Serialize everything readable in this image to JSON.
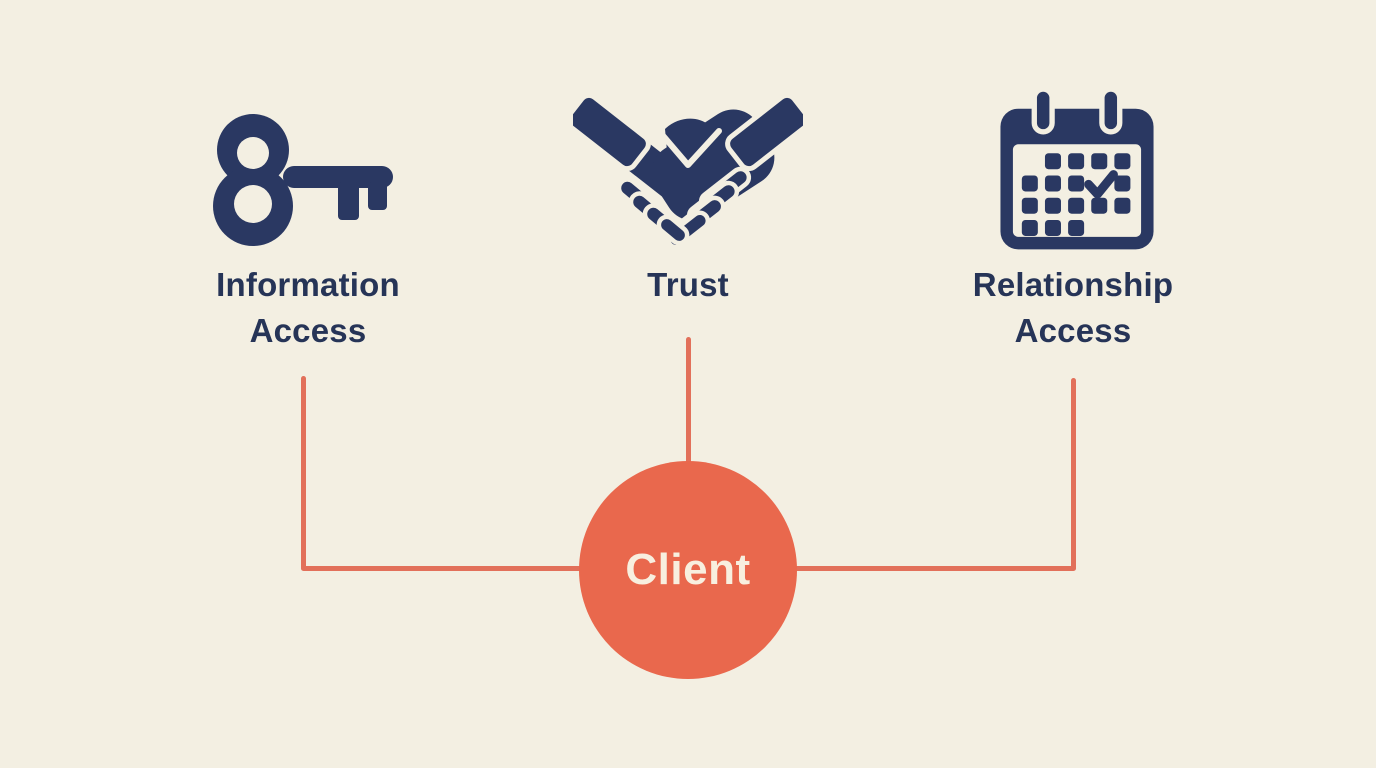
{
  "canvas": {
    "background": "#f3efe2"
  },
  "colors": {
    "navy": "#2a3862",
    "text_navy": "#263457",
    "coral": "#e9684d",
    "connector": "#e2705a",
    "label_on_coral": "#f8efdf",
    "cream": "#f3efe2"
  },
  "nodes": [
    {
      "id": "information-access",
      "icon": "key-icon",
      "label": "Information Access"
    },
    {
      "id": "trust",
      "icon": "handshake-icon",
      "label": "Trust"
    },
    {
      "id": "relationship-access",
      "icon": "calendar-check-icon",
      "label": "Relationship Access"
    }
  ],
  "center_node": {
    "label": "Client"
  }
}
